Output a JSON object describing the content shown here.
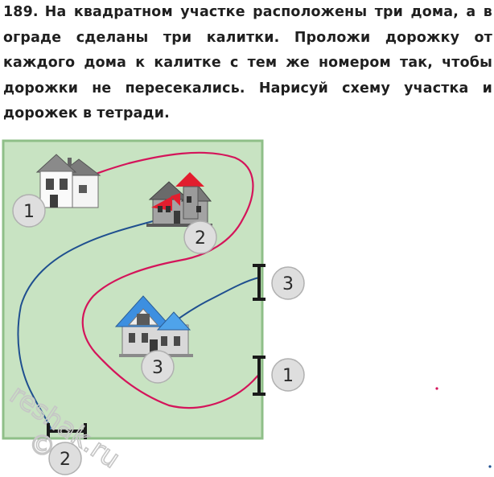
{
  "problem": {
    "number": "189.",
    "lines": [
      "На квадратном участке расположены три дома, а в",
      "ограде сделаны три калитки. Проложи дорожку от",
      "каждого дома к калитке с тем же номером так, чтобы",
      "дорожки не пересекались. Нарисуй схему участка и",
      "дорожек в тетради."
    ]
  },
  "diagram": {
    "houses": [
      {
        "id": "house-1",
        "label": "1"
      },
      {
        "id": "house-2",
        "label": "2"
      },
      {
        "id": "house-3",
        "label": "3"
      }
    ],
    "gates": [
      {
        "id": "gate-1",
        "label": "1"
      },
      {
        "id": "gate-2",
        "label": "2"
      },
      {
        "id": "gate-3",
        "label": "3"
      }
    ],
    "colors": {
      "plot_fill": "#c8e3c2",
      "plot_border": "#8fbf88",
      "path_red": "#d4145a",
      "path_blue": "#1f4f8f",
      "marker_fill": "#dedede",
      "gate_bar": "#1a1a1a"
    }
  },
  "watermark": {
    "text": "reshak.ru",
    "symbol": "©"
  }
}
